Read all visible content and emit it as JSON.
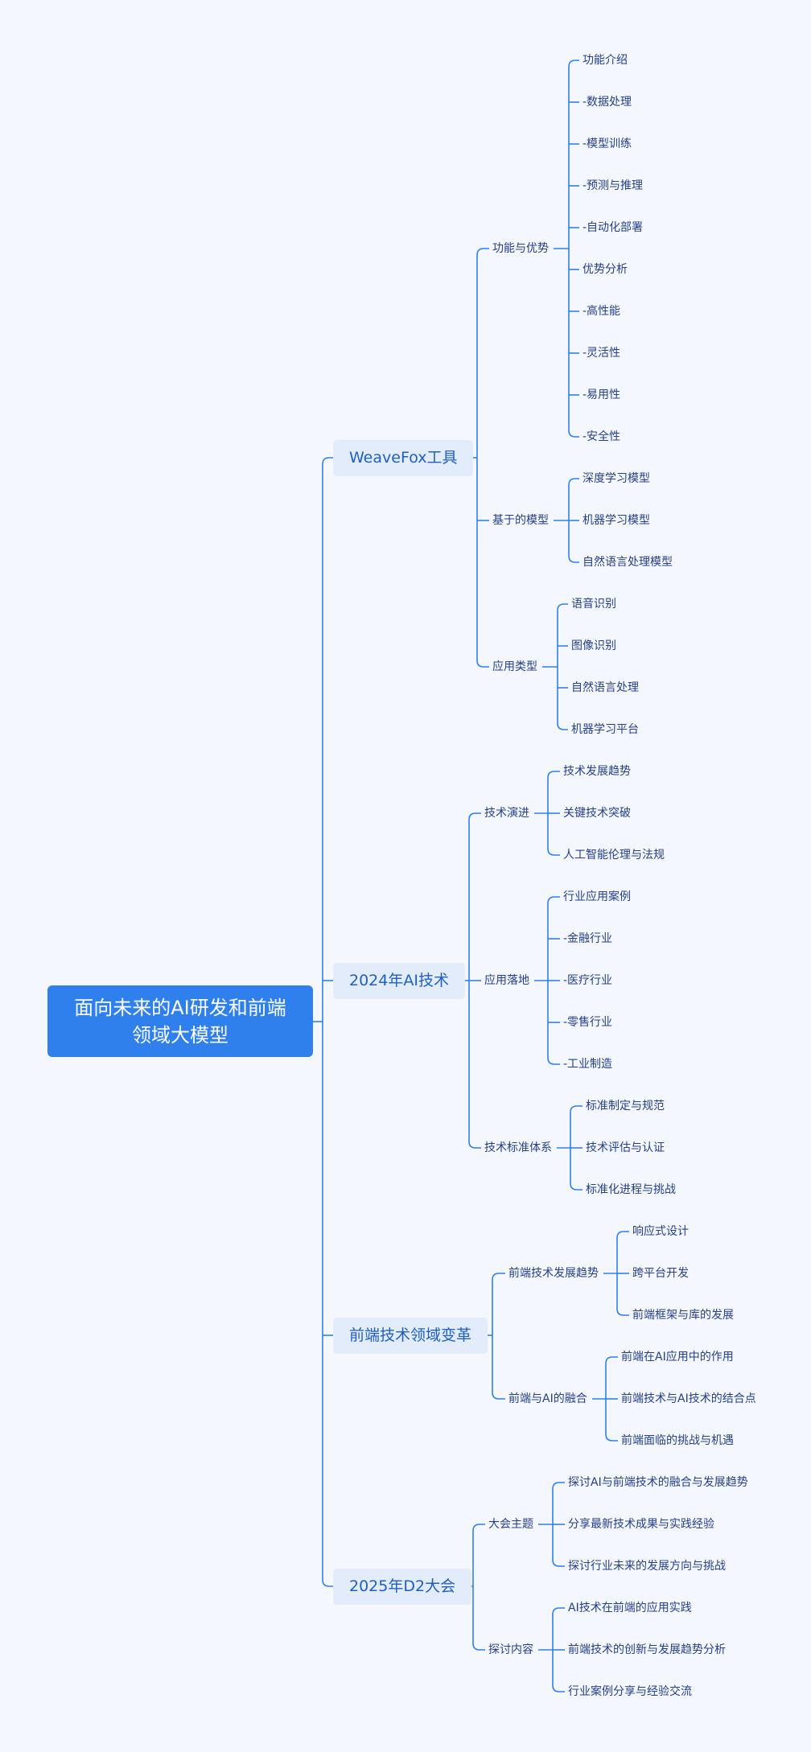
{
  "mindmap": {
    "root": "面向未来的AI研发和前端领域大模型",
    "branches": [
      {
        "label": "WeaveFox工具",
        "children": [
          {
            "label": "功能与优势",
            "children": [
              "功能介绍",
              "-数据处理",
              "-模型训练",
              "-预测与推理",
              "-自动化部署",
              "优势分析",
              "-高性能",
              "-灵活性",
              "-易用性",
              "-安全性"
            ]
          },
          {
            "label": "基于的模型",
            "children": [
              "深度学习模型",
              "机器学习模型",
              "自然语言处理模型"
            ]
          },
          {
            "label": "应用类型",
            "children": [
              "语音识别",
              "图像识别",
              "自然语言处理",
              "机器学习平台"
            ]
          }
        ]
      },
      {
        "label": "2024年AI技术",
        "children": [
          {
            "label": "技术演进",
            "children": [
              "技术发展趋势",
              "关键技术突破",
              "人工智能伦理与法规"
            ]
          },
          {
            "label": "应用落地",
            "children": [
              "行业应用案例",
              "-金融行业",
              "-医疗行业",
              "-零售行业",
              "-工业制造"
            ]
          },
          {
            "label": "技术标准体系",
            "children": [
              "标准制定与规范",
              "技术评估与认证",
              "标准化进程与挑战"
            ]
          }
        ]
      },
      {
        "label": "前端技术领域变革",
        "children": [
          {
            "label": "前端技术发展趋势",
            "children": [
              "响应式设计",
              "跨平台开发",
              "前端框架与库的发展"
            ]
          },
          {
            "label": "前端与AI的融合",
            "children": [
              "前端在AI应用中的作用",
              "前端技术与AI技术的结合点",
              "前端面临的挑战与机遇"
            ]
          }
        ]
      },
      {
        "label": "2025年D2大会",
        "children": [
          {
            "label": "大会主题",
            "children": [
              "探讨AI与前端技术的融合与发展趋势",
              "分享最新技术成果与实践经验",
              "探讨行业未来的发展方向与挑战"
            ]
          },
          {
            "label": "探讨内容",
            "children": [
              "AI技术在前端的应用实践",
              "前端技术的创新与发展趋势分析",
              "行业案例分享与经验交流"
            ]
          }
        ]
      }
    ]
  },
  "colors": {
    "background": "#f4f7fd",
    "root_fill": "#2f80ed",
    "branch_fill": "#e3ecfb",
    "branch_text": "#1f5fc4",
    "leaf_text": "#25408a",
    "connector": "#2f80ed"
  }
}
